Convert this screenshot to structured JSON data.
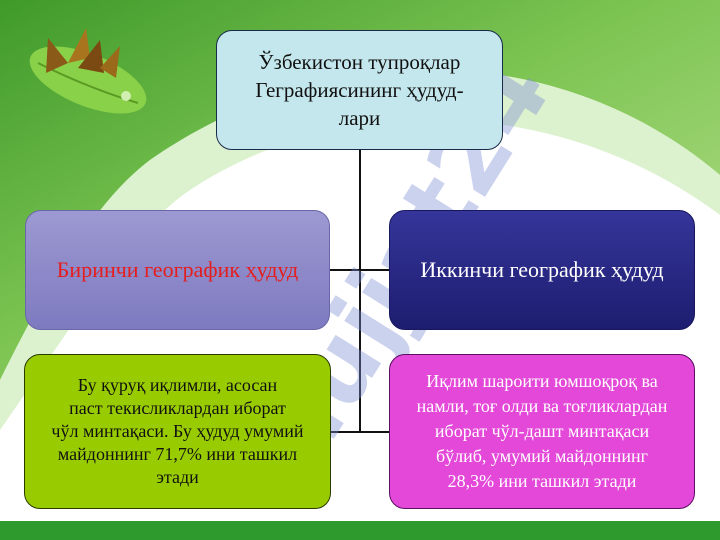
{
  "diagram": {
    "root": "Ўзбекистон тупроқлар\nГеграфиясининг  ҳудуд-\nлари",
    "first_region": {
      "title": "Биринчи географик ҳудуд",
      "description": "Бу қуруқ иқлимли,  асосан\nпаст текисликлардан иборат\nчўл минтақаси. Бу ҳудуд умумий\nмайдоннинг 71,7% ини ташкил\nэтади"
    },
    "second_region": {
      "title": "Иккинчи географик ҳудуд",
      "description": "Иқлим шароити юмшоқроқ ва\nнамли, тоғ олди ва тоғликлардан\nиборат чўл-дашт минтақаси\nбўлиб, умумий майдоннинг\n28,3% ини ташкил этади"
    }
  },
  "watermark": "Hujjat24",
  "colors": {
    "background_green": "#5fb33a",
    "root_fill": "#c3e7ec",
    "first_title_fill": "#8c88c8",
    "first_title_text": "#e51d1d",
    "second_title_fill": "#26267f",
    "first_desc_fill": "#99cc00",
    "second_desc_fill": "#e348d8",
    "connector": "#111111"
  },
  "icons": {
    "logo": "butterflies-on-leaf-icon"
  }
}
